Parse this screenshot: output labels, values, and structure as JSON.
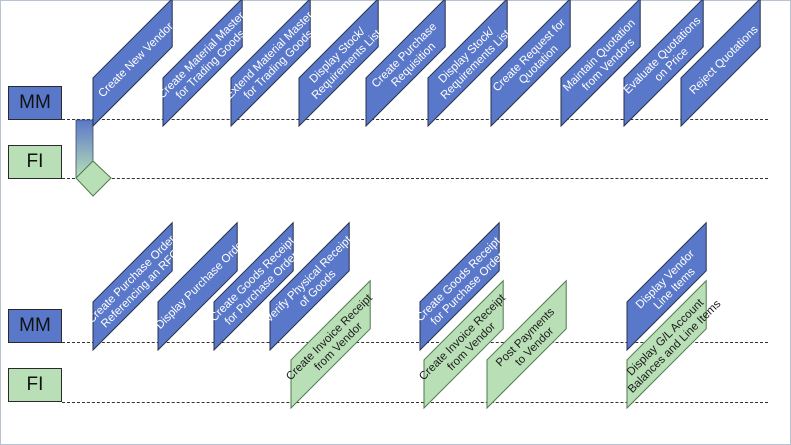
{
  "colors": {
    "mm": "#5a78c9",
    "fi": "#b9dfb6",
    "border": "#26304a",
    "fi_border": "#4f7a4c"
  },
  "lanes": {
    "mm_label": "MM",
    "fi_label": "FI"
  },
  "rows": [
    {
      "steps": [
        {
          "lane": "mm",
          "lines": [
            "Create New Vendor"
          ]
        },
        {
          "lane": "mm",
          "lines": [
            "Create Material Master",
            "for Trading Goods"
          ]
        },
        {
          "lane": "mm",
          "lines": [
            "Extend Material Master",
            "for Trading Goods"
          ]
        },
        {
          "lane": "mm",
          "lines": [
            "Display Stock/",
            "Requirements List"
          ]
        },
        {
          "lane": "mm",
          "lines": [
            "Create Purchase",
            "Requisition"
          ]
        },
        {
          "lane": "mm",
          "lines": [
            "Display Stock/",
            "Requirements List"
          ]
        },
        {
          "lane": "mm",
          "lines": [
            "Create Request for",
            "Quotation"
          ]
        },
        {
          "lane": "mm",
          "lines": [
            "Maintain Quotation",
            "from Vendors"
          ]
        },
        {
          "lane": "mm",
          "lines": [
            "Evaluate Quotations",
            "on Price"
          ]
        },
        {
          "lane": "mm",
          "lines": [
            "Reject Quotations"
          ]
        }
      ]
    },
    {
      "steps": [
        {
          "lane": "mm",
          "lines": [
            "Create Purchase Order",
            "Referencing an RFQ"
          ]
        },
        {
          "lane": "mm",
          "lines": [
            "Display Purchase Order"
          ]
        },
        {
          "lane": "mm",
          "lines": [
            "Create Goods Receipt",
            "for Purchase Order"
          ]
        },
        {
          "lane": "mm",
          "lines": [
            "Verify Physical Receipt",
            "of Goods"
          ]
        },
        {
          "lane": "fi",
          "lines": [
            "Create Invoice Receipt",
            "from Vendor"
          ]
        },
        {
          "lane": "mm",
          "lines": [
            "Create Goods Receipt",
            "for Purchase Order"
          ]
        },
        {
          "lane": "fi",
          "lines": [
            "Create Invoice Receipt",
            "from Vendor"
          ]
        },
        {
          "lane": "fi",
          "lines": [
            "Post Payments",
            "to Vendor"
          ]
        },
        {
          "lane": "mm",
          "lines": [
            "Display Vendor",
            "Line Items"
          ]
        },
        {
          "lane": "fi",
          "lines": [
            "Display G/L Account",
            "Balances and Line Items"
          ]
        }
      ]
    }
  ]
}
